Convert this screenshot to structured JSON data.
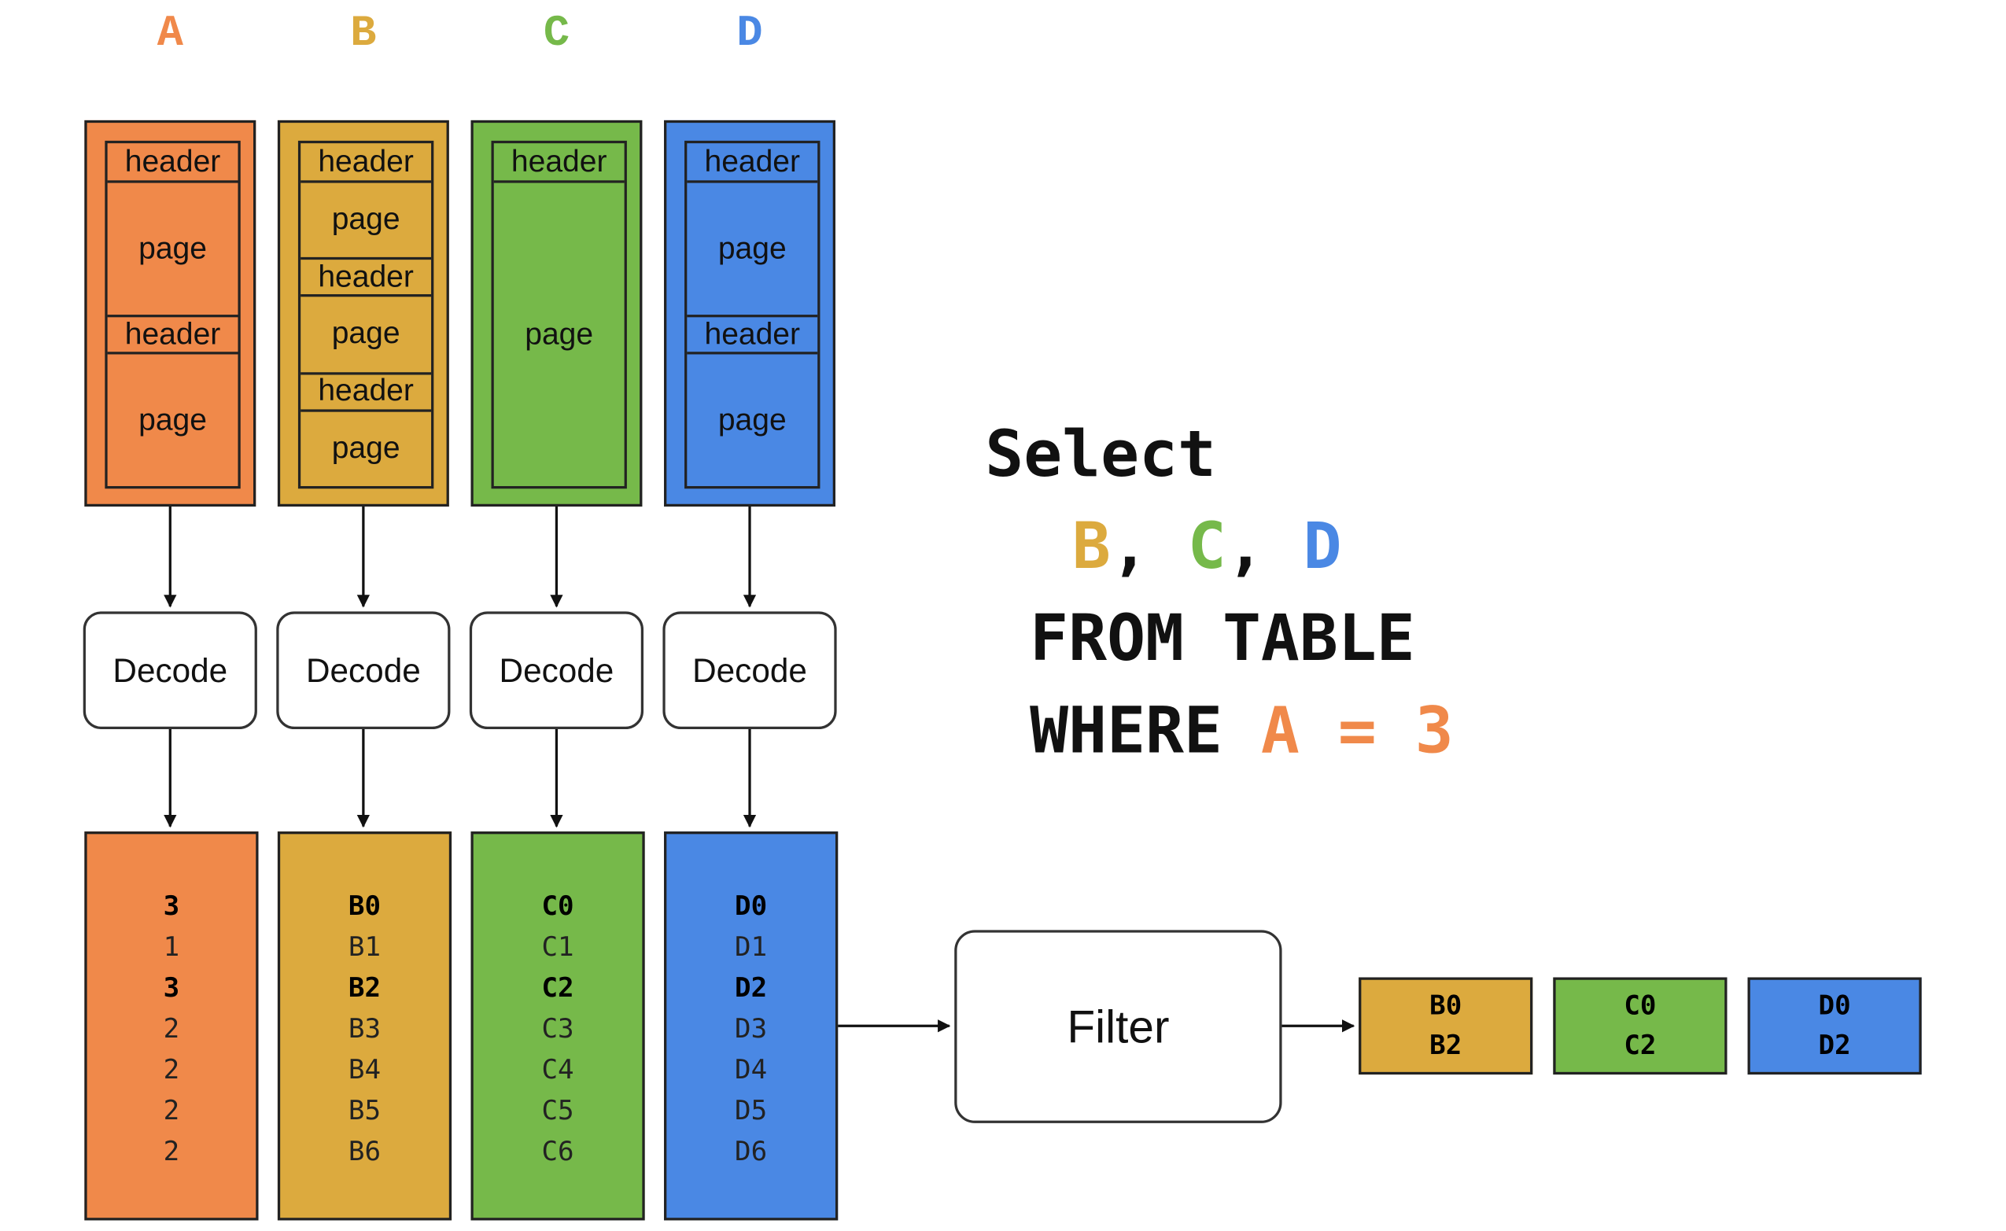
{
  "colors": {
    "A": "#f0894a",
    "B": "#dcaa3e",
    "C": "#76b94a",
    "D": "#4a88e4"
  },
  "columns": [
    {
      "key": "A",
      "letter": "A",
      "storage": [
        {
          "kind": "header",
          "label": "header"
        },
        {
          "kind": "page",
          "label": "page"
        },
        {
          "kind": "header",
          "label": "header"
        },
        {
          "kind": "page",
          "label": "page"
        }
      ],
      "decode_label": "Decode",
      "values": [
        {
          "text": "3",
          "bold": true
        },
        {
          "text": "1",
          "bold": false
        },
        {
          "text": "3",
          "bold": true
        },
        {
          "text": "2",
          "bold": false
        },
        {
          "text": "2",
          "bold": false
        },
        {
          "text": "2",
          "bold": false
        },
        {
          "text": "2",
          "bold": false
        }
      ]
    },
    {
      "key": "B",
      "letter": "B",
      "storage": [
        {
          "kind": "header",
          "label": "header"
        },
        {
          "kind": "page",
          "label": "page"
        },
        {
          "kind": "header",
          "label": "header"
        },
        {
          "kind": "page",
          "label": "page"
        },
        {
          "kind": "header",
          "label": "header"
        },
        {
          "kind": "page",
          "label": "page"
        }
      ],
      "decode_label": "Decode",
      "values": [
        {
          "text": "B0",
          "bold": true
        },
        {
          "text": "B1",
          "bold": false
        },
        {
          "text": "B2",
          "bold": true
        },
        {
          "text": "B3",
          "bold": false
        },
        {
          "text": "B4",
          "bold": false
        },
        {
          "text": "B5",
          "bold": false
        },
        {
          "text": "B6",
          "bold": false
        }
      ]
    },
    {
      "key": "C",
      "letter": "C",
      "storage": [
        {
          "kind": "header",
          "label": "header"
        },
        {
          "kind": "page",
          "label": "page"
        }
      ],
      "decode_label": "Decode",
      "values": [
        {
          "text": "C0",
          "bold": true
        },
        {
          "text": "C1",
          "bold": false
        },
        {
          "text": "C2",
          "bold": true
        },
        {
          "text": "C3",
          "bold": false
        },
        {
          "text": "C4",
          "bold": false
        },
        {
          "text": "C5",
          "bold": false
        },
        {
          "text": "C6",
          "bold": false
        }
      ]
    },
    {
      "key": "D",
      "letter": "D",
      "storage": [
        {
          "kind": "header",
          "label": "header"
        },
        {
          "kind": "page",
          "label": "page"
        },
        {
          "kind": "header",
          "label": "header"
        },
        {
          "kind": "page",
          "label": "page"
        }
      ],
      "decode_label": "Decode",
      "values": [
        {
          "text": "D0",
          "bold": true
        },
        {
          "text": "D1",
          "bold": false
        },
        {
          "text": "D2",
          "bold": true
        },
        {
          "text": "D3",
          "bold": false
        },
        {
          "text": "D4",
          "bold": false
        },
        {
          "text": "D5",
          "bold": false
        },
        {
          "text": "D6",
          "bold": false
        }
      ]
    }
  ],
  "filter_label": "Filter",
  "results": [
    {
      "key": "B",
      "values": [
        "B0",
        "B2"
      ]
    },
    {
      "key": "C",
      "values": [
        "C0",
        "C2"
      ]
    },
    {
      "key": "D",
      "values": [
        "D0",
        "D2"
      ]
    }
  ],
  "sql": {
    "select": "Select",
    "b": "B",
    "c": "C",
    "d": "D",
    "comma": ",",
    "from_table": "FROM TABLE",
    "where": "WHERE",
    "a": "A",
    "eq": "=",
    "three": "3"
  }
}
